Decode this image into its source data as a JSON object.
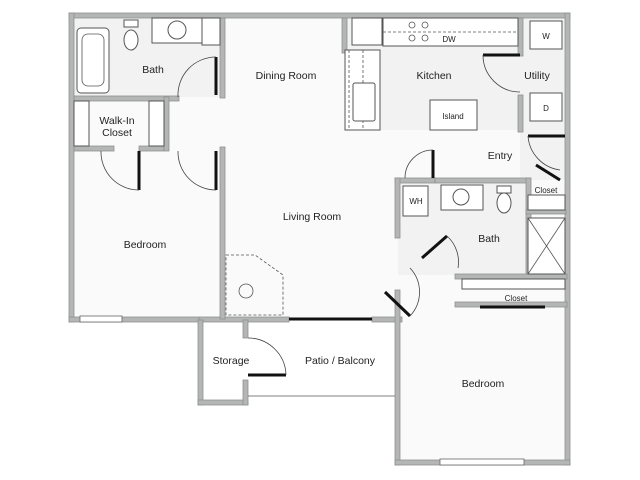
{
  "rooms": {
    "bath_main": "Bath",
    "dining": "Dining Room",
    "kitchen": "Kitchen",
    "utility": "Utility",
    "walk_in_closet_l1": "Walk-In",
    "walk_in_closet_l2": "Closet",
    "entry": "Entry",
    "closet_entry": "Closet",
    "living": "Living Room",
    "bedroom_left": "Bedroom",
    "bath_second": "Bath",
    "closet_bedroom": "Closet",
    "storage": "Storage",
    "patio": "Patio / Balcony",
    "bedroom_right": "Bedroom"
  },
  "appliances": {
    "dishwasher": "DW",
    "washer": "W",
    "dryer": "D",
    "island": "Island",
    "water_heater": "WH"
  }
}
